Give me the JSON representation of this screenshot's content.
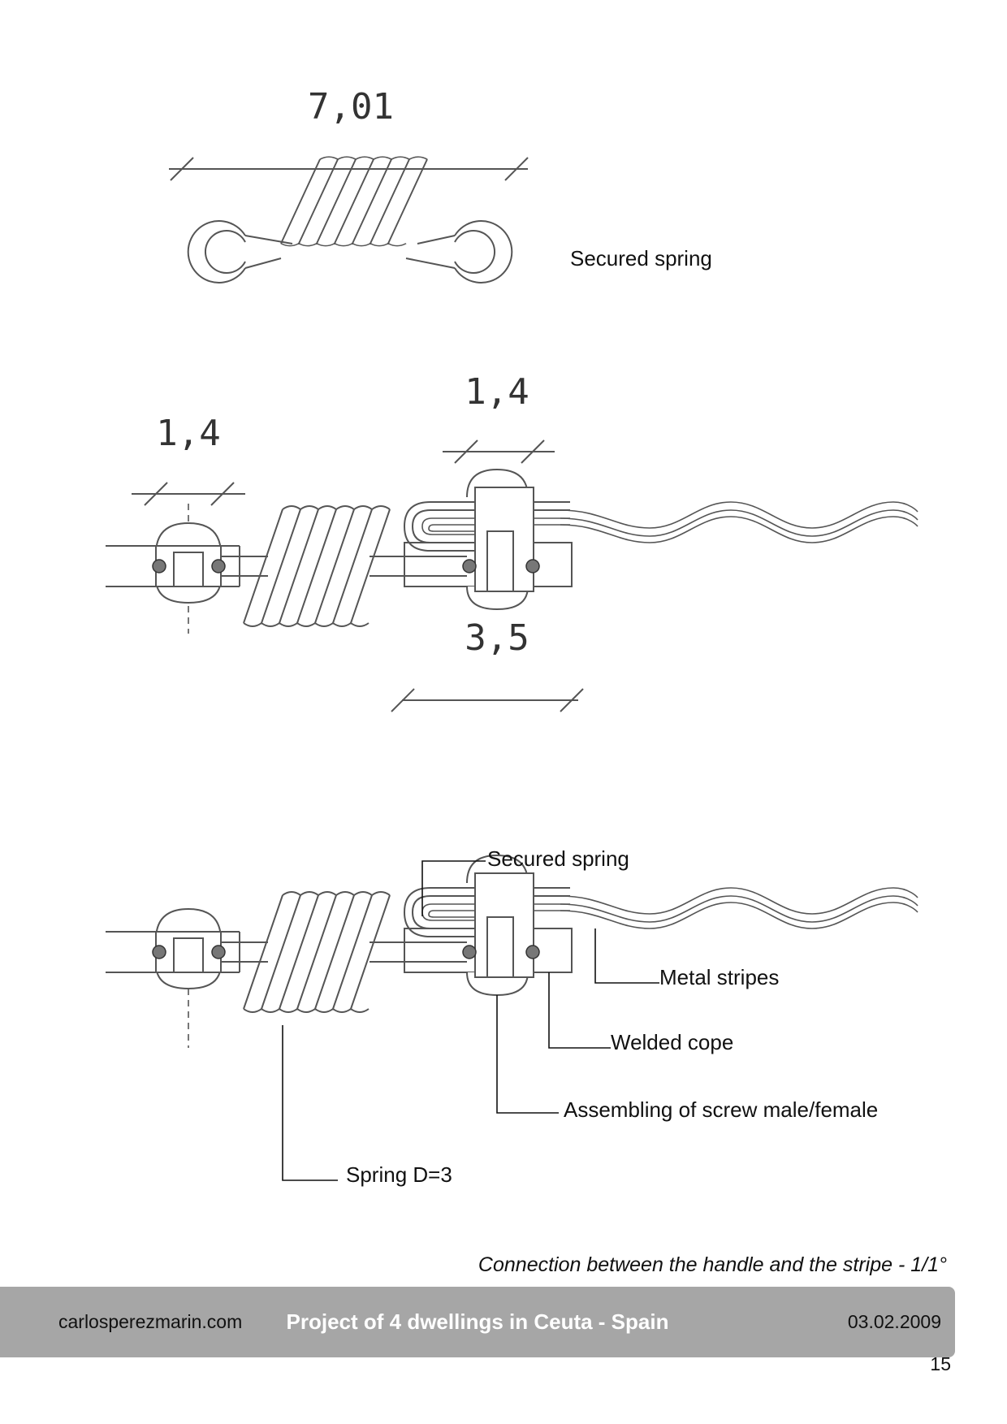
{
  "drawing": {
    "spring_detail": {
      "dimension": "7,01",
      "label": "Secured spring"
    },
    "assembly_dimensions": {
      "left": "1,4",
      "right": "1,4",
      "bottom": "3,5"
    },
    "annotations": {
      "secured_spring": "Secured spring",
      "metal_stripes": "Metal stripes",
      "welded_cope": "Welded cope",
      "screw_assembly": "Assembling of screw male/female",
      "spring": "Spring D=3"
    }
  },
  "caption": "Connection between the handle and the stripe - 1/1°",
  "footer": {
    "website": "carlosperezmarin.com",
    "project": "Project of 4 dwellings in Ceuta - Spain",
    "date": "03.02.2009"
  },
  "page_number": "15"
}
